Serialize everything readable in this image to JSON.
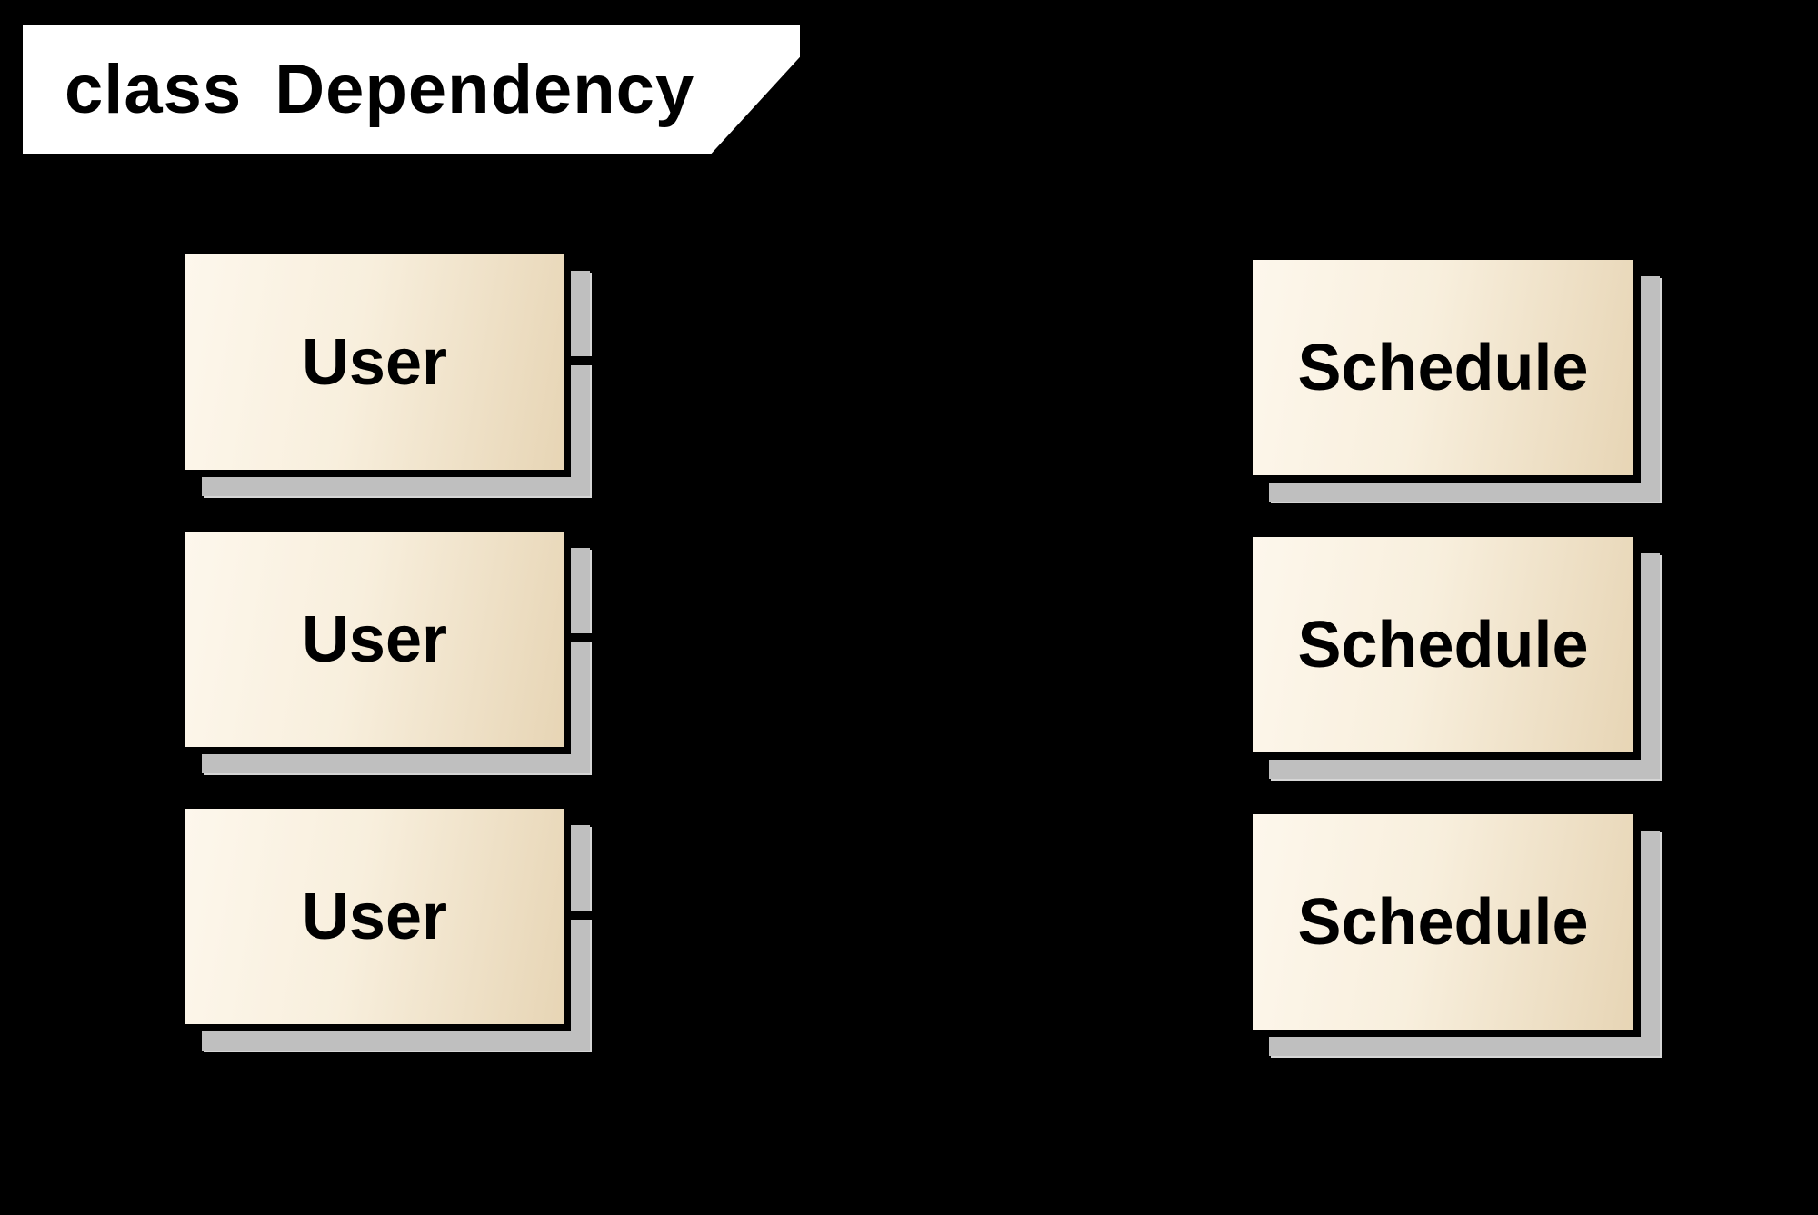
{
  "window": {
    "background_color": "#000000"
  },
  "frame": {
    "title": "class Dependency",
    "fill_color": "#ffffff",
    "text_color": "#000000"
  },
  "classes": [
    {
      "label": "User"
    },
    {
      "label": "User"
    },
    {
      "label": "User"
    },
    {
      "label": "Schedule"
    },
    {
      "label": "Schedule"
    },
    {
      "label": "Schedule"
    }
  ],
  "connectors": [
    {
      "type": "dependency",
      "from": "User",
      "to": "Schedule"
    },
    {
      "type": "dependency",
      "from": "User",
      "to": "Schedule"
    },
    {
      "type": "dependency",
      "from": "User",
      "to": "Schedule"
    }
  ],
  "colors": {
    "background": "#000000",
    "frame_fill": "#ffffff",
    "frame_text": "#000000",
    "box_fill_light": "#fdf7ec",
    "box_fill_dark": "#e7d5b5",
    "box_border": "#000000",
    "box_shadow": "#bfbfbf",
    "box_shadow_edge": "#d6d6d6",
    "label_text": "#000000",
    "connector": "#000000"
  }
}
